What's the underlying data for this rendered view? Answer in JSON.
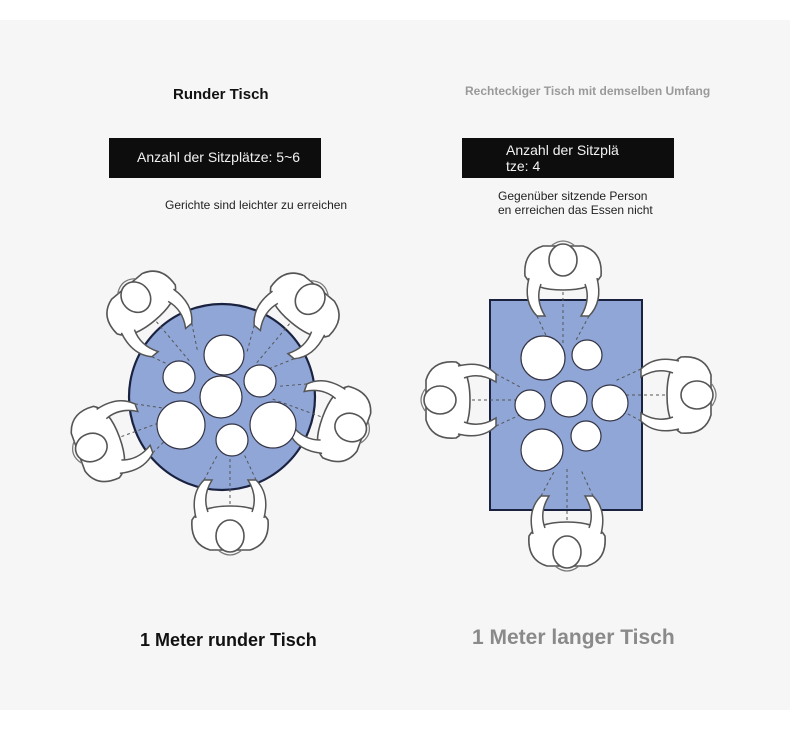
{
  "left": {
    "title": "Runder Tisch",
    "badge": "Anzahl der Sitzplätze: 5~6",
    "note": "Gerichte sind leichter zu erreichen",
    "caption": "1 Meter runder Tisch"
  },
  "right": {
    "title": "Rechteckiger Tisch mit demselben Umfang",
    "badge_line1": "Anzahl der Sitzplä",
    "badge_line2": "tze: 4",
    "note_line1": "Gegenüber sitzende Person",
    "note_line2": "en erreichen das Essen nicht",
    "caption": "1 Meter langer Tisch"
  },
  "colors": {
    "table_fill": "#8fa6d6",
    "table_stroke": "#1a2240",
    "badge_bg": "#0d0d0d",
    "panel_bg": "#f6f6f6"
  },
  "icons": [
    "round-table-icon",
    "rectangular-table-icon",
    "person-seated-icon",
    "plate-icon"
  ]
}
